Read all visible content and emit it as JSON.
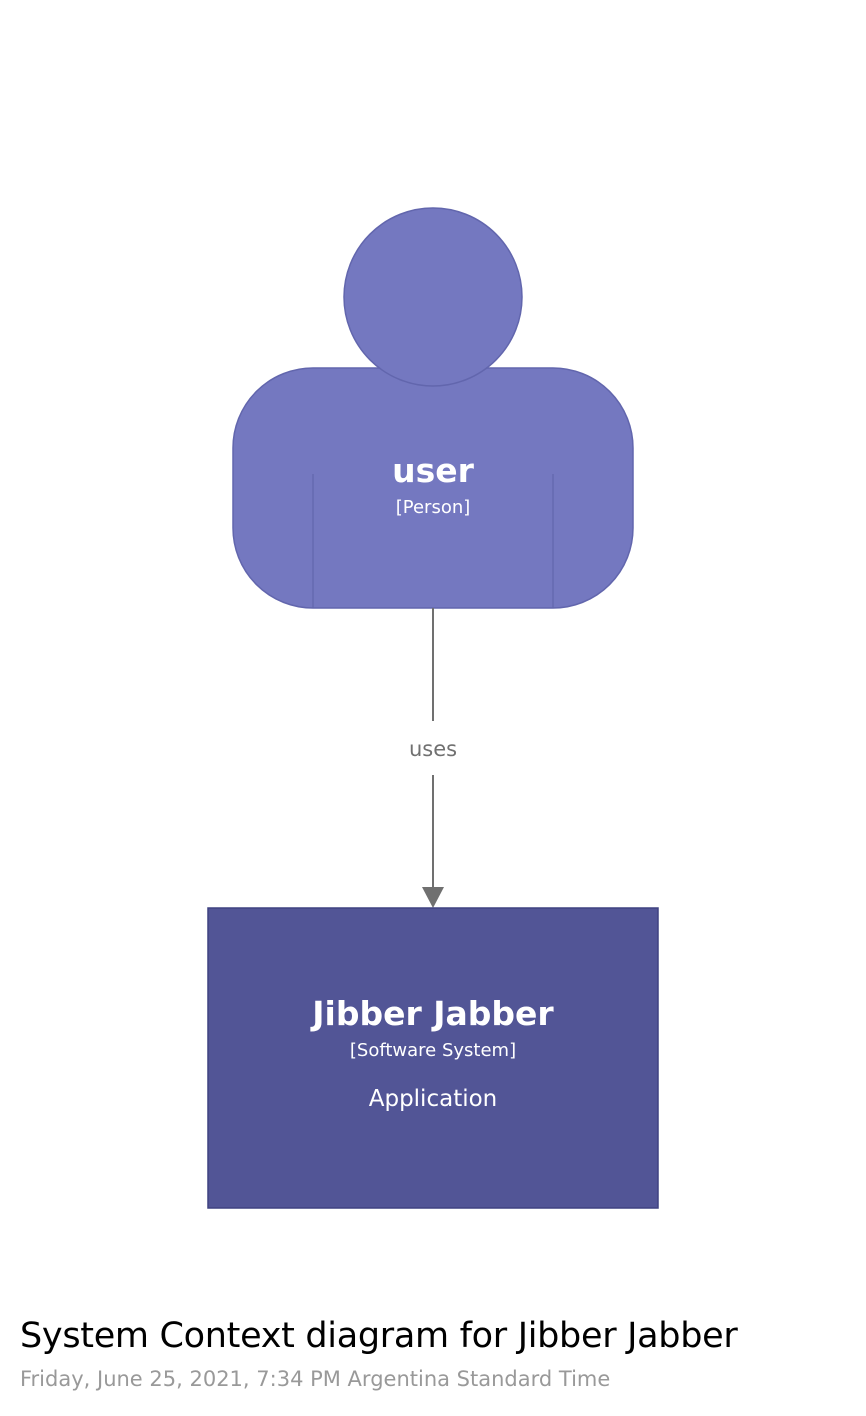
{
  "person": {
    "name": "user",
    "type": "[Person]",
    "fill": "#7478c0",
    "stroke": "#6266ad"
  },
  "relationship": {
    "label": "uses",
    "color": "#707070"
  },
  "system": {
    "name": "Jibber Jabber",
    "type": "[Software System]",
    "description": "Application",
    "fill": "#525596",
    "stroke": "#3f4280"
  },
  "caption": {
    "title": "System Context diagram for Jibber Jabber",
    "timestamp": "Friday, June 25, 2021, 7:34 PM Argentina Standard Time"
  }
}
